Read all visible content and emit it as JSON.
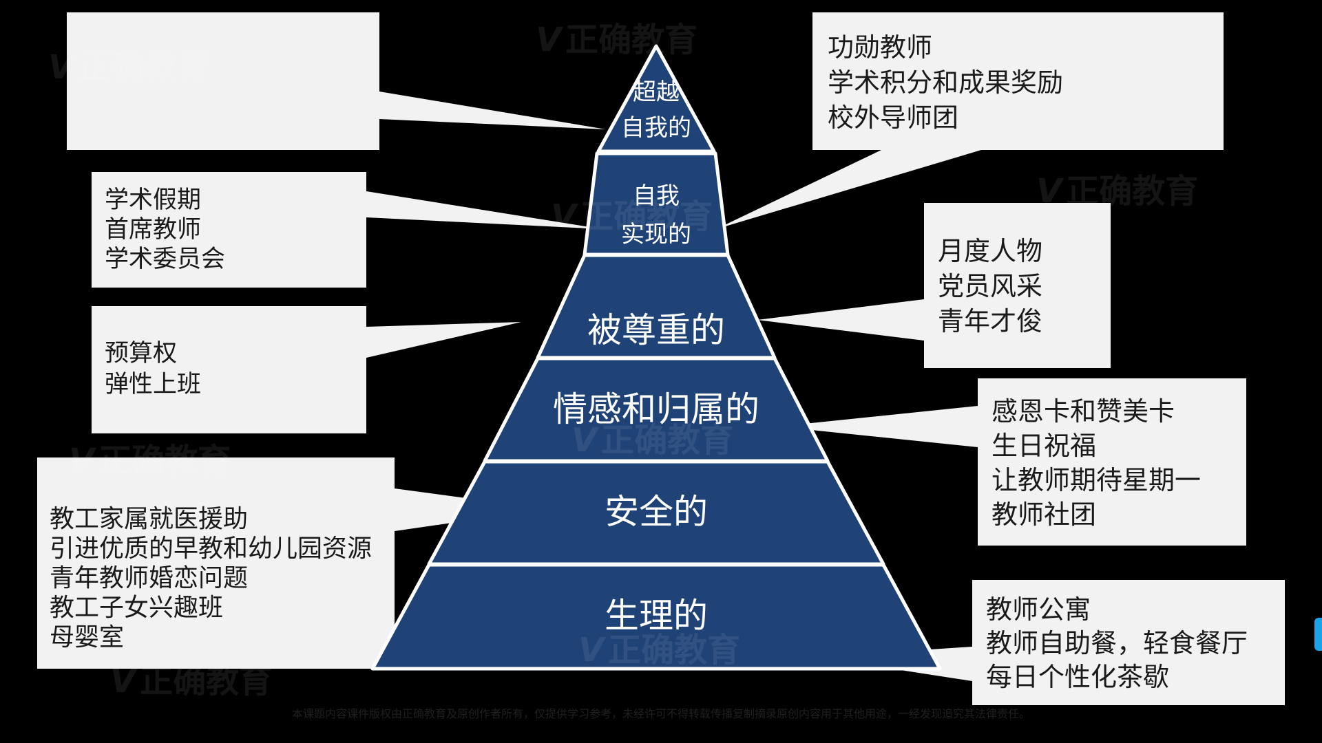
{
  "watermark_text": "正确教育",
  "footer_note": "本课题内容课件版权由正确教育及原创作者所有，仅提供学习参考，未经许可不得转载传播复制摘录原创内容用于其他用途，一经发现追究其法律责任。",
  "colors": {
    "background": "#000000",
    "pyramid_fill": "#1f4377",
    "pyramid_stroke": "#ffffff",
    "callout_fill": "#f2f2f2",
    "callout_text": "#1a1a1a",
    "tier_text": "#ffffff",
    "scroll_handle": "#1aa3e8"
  },
  "tiers": [
    {
      "id": "transcendence",
      "lines": [
        "超越",
        "自我的"
      ]
    },
    {
      "id": "self-actualization",
      "lines": [
        "自我",
        "实现的"
      ]
    },
    {
      "id": "esteem",
      "lines": [
        "被尊重的"
      ]
    },
    {
      "id": "belonging",
      "lines": [
        "情感和归属的"
      ]
    },
    {
      "id": "safety",
      "lines": [
        "安全的"
      ]
    },
    {
      "id": "physiological",
      "lines": [
        "生理的"
      ]
    }
  ],
  "callouts": {
    "top_left_blank": {
      "lines": []
    },
    "top_right": {
      "lines": [
        "功勋教师",
        "学术积分和成果奖励",
        "校外导师团"
      ]
    },
    "self_actualization_left": {
      "lines": [
        "学术假期",
        "首席教师",
        "学术委员会"
      ]
    },
    "esteem_left": {
      "lines": [
        "预算权",
        "弹性上班"
      ]
    },
    "esteem_right": {
      "lines": [
        "月度人物",
        "党员风采",
        "青年才俊"
      ]
    },
    "belonging_right": {
      "lines": [
        "感恩卡和赞美卡",
        "生日祝福",
        "让教师期待星期一",
        "教师社团"
      ]
    },
    "safety_left": {
      "lines": [
        "教工家属就医援助",
        "引进优质的早教和幼儿园资源",
        "青年教师婚恋问题",
        "教工子女兴趣班",
        "母婴室"
      ]
    },
    "physiological_right": {
      "lines": [
        "教师公寓",
        "教师自助餐，轻食餐厅",
        "每日个性化茶歇"
      ]
    }
  }
}
